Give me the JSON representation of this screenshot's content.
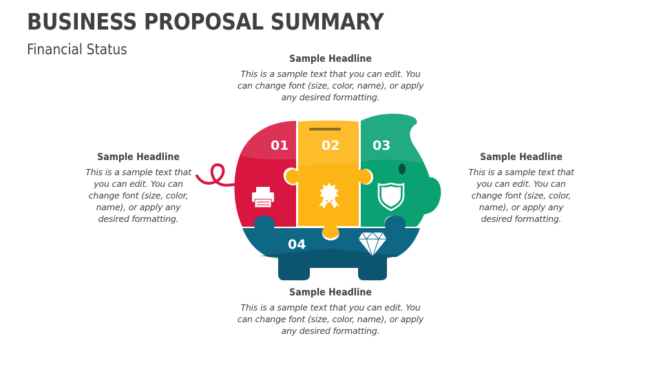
{
  "slide": {
    "title": "BUSINESS PROPOSAL SUMMARY",
    "subtitle": "Financial Status"
  },
  "blocks": {
    "top": {
      "headline": "Sample Headline",
      "body": "This is a sample text that you can edit. You can change font (size, color, name), or apply any desired formatting."
    },
    "left": {
      "headline": "Sample Headline",
      "body": "This is a sample text that you can edit. You can change font (size, color, name), or apply any desired formatting."
    },
    "right": {
      "headline": "Sample Headline",
      "body": "This is a sample text that you can edit. You can change font (size, color, name), or apply any desired formatting."
    },
    "bottom": {
      "headline": "Sample Headline",
      "body": "This is a sample text that you can edit. You can change font (size, color, name), or apply any desired formatting."
    }
  },
  "pieces": [
    {
      "number": "01",
      "icon": "printer-icon",
      "color": "#d8163f"
    },
    {
      "number": "02",
      "icon": "award-badge-icon",
      "color": "#fdb515"
    },
    {
      "number": "03",
      "icon": "shield-icon",
      "color": "#0aa173"
    },
    {
      "number": "04",
      "icon": "diamond-icon",
      "color": "#0f6786"
    }
  ],
  "colors": {
    "text": "#404040",
    "red": "#d8163f",
    "yellow": "#fdb515",
    "green": "#0aa173",
    "teal": "#0f6786"
  }
}
